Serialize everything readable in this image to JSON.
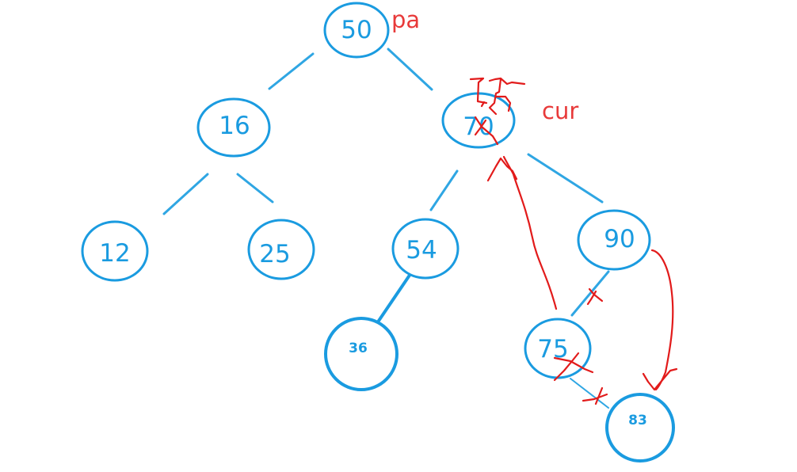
{
  "nodes": {
    "n50": "50",
    "n16": "16",
    "n70": "70",
    "n12": "12",
    "n25": "25",
    "n54": "54",
    "n90": "90",
    "n36": "36",
    "n75": "75",
    "n83": "83"
  },
  "annotations": {
    "pa": "pa",
    "cur": "cur"
  },
  "colors": {
    "node_stroke": "#1a9be0",
    "node_text": "#1a9be0",
    "annotation": "#e83a3a",
    "ink": "#e21b1b"
  }
}
